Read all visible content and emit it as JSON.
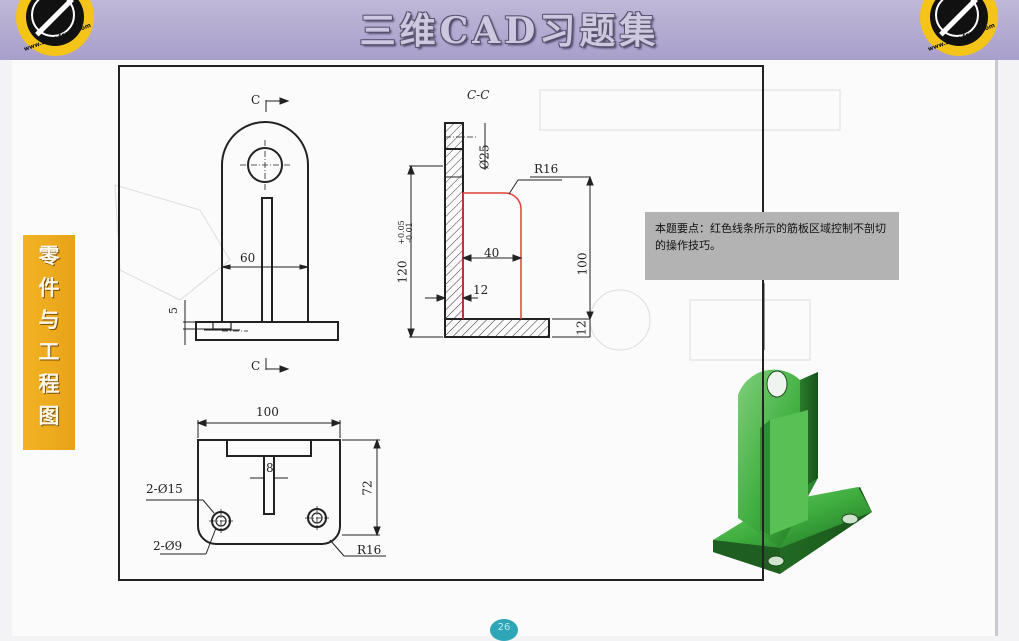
{
  "header": {
    "title": "三维CAD习题集",
    "badge_left_text": "www.docu-track.com",
    "badge_right_text": "www.docu-track.com"
  },
  "sidebar": {
    "chars": [
      "零",
      "件",
      "与",
      "工",
      "程",
      "图"
    ]
  },
  "drawing": {
    "section_marker": "C",
    "section_title": "C-C",
    "front_dims": {
      "width": "60",
      "thickness": "5"
    },
    "section_dims": {
      "hole": "Ø25",
      "radius": "R16",
      "height": "120",
      "tol_upper": "+0.05",
      "tol_lower": "-0.01",
      "rib_width": "40",
      "wall": "12",
      "rib_height": "100",
      "base": "12"
    },
    "top_dims": {
      "width": "100",
      "slot": "8",
      "depth": "72",
      "bolt_holes": "2-Ø15",
      "inner_holes": "2-Ø9",
      "corner": "R16"
    }
  },
  "note": {
    "text": "本题要点：红色线条所示的筋板区域控制不剖切的操作技巧。"
  },
  "page_number": "26",
  "colors": {
    "header": "#a89fcc",
    "sidebar": "#f0ad20",
    "rib_outline": "#e0413a",
    "model_green": "#3fae3f",
    "note_bg": "#b3b3b3"
  }
}
